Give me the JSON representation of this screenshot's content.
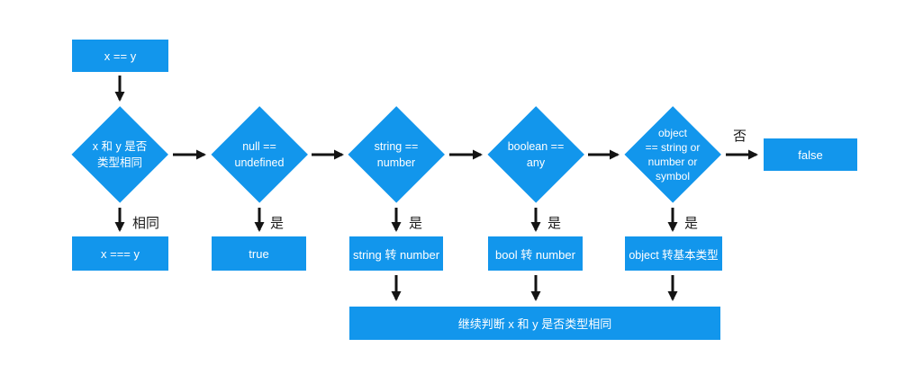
{
  "diagram": {
    "colors": {
      "node_fill": "#1296ec",
      "node_text": "#ffffff",
      "arrow": "#141414",
      "background": "#ffffff"
    },
    "nodes": {
      "start": {
        "label": "x == y"
      },
      "diamond_same_type": {
        "label": [
          "x 和 y 是否",
          "类型相同"
        ]
      },
      "diamond_null_undefined": {
        "label": [
          "null ==",
          "undefined"
        ]
      },
      "diamond_string_number": {
        "label": [
          "string ==",
          "number"
        ]
      },
      "diamond_boolean_any": {
        "label": [
          "boolean ==",
          "any"
        ]
      },
      "diamond_object": {
        "label": [
          "object",
          "== string or",
          "number or",
          "symbol"
        ]
      },
      "false_result": {
        "label": "false"
      },
      "strict_equal": {
        "label": "x === y"
      },
      "true_result": {
        "label": "true"
      },
      "string_to_number": {
        "label": "string 转 number"
      },
      "bool_to_number": {
        "label": "bool 转 number"
      },
      "object_to_primitive": {
        "label": "object 转基本类型"
      },
      "continue_check": {
        "label": "继续判断 x 和 y 是否类型相同"
      }
    },
    "edge_labels": {
      "same": "相同",
      "yes_null": "是",
      "yes_string": "是",
      "yes_boolean": "是",
      "yes_object": "是",
      "no": "否"
    }
  }
}
